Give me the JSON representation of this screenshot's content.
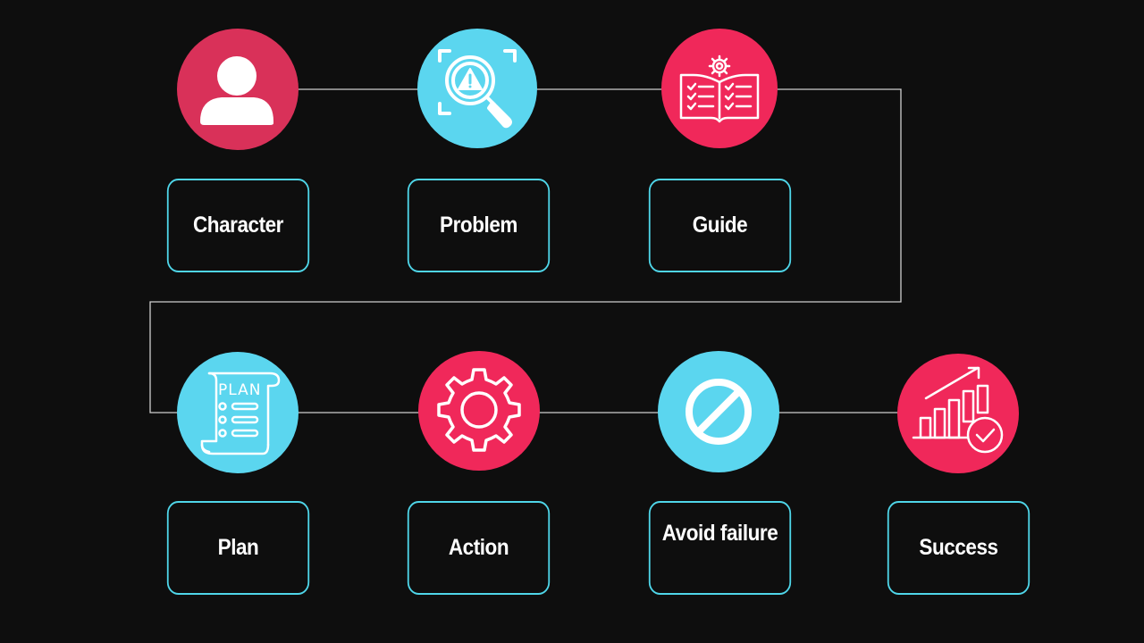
{
  "colors": {
    "background": "#0e0e0e",
    "accent_red": "#f0285a",
    "accent_crimson": "#d93159",
    "accent_cyan": "#5bd6ef",
    "border_cyan": "#4fd6e9",
    "connector": "#cfcfcf"
  },
  "steps": [
    {
      "label": "Character",
      "icon": "user-icon",
      "color": "#d93159"
    },
    {
      "label": "Problem",
      "icon": "magnifier-warning-icon",
      "color": "#5bd6ef"
    },
    {
      "label": "Guide",
      "icon": "book-gear-icon",
      "color": "#f0285a"
    },
    {
      "label": "Plan",
      "icon": "plan-scroll-icon",
      "color": "#5bd6ef"
    },
    {
      "label": "Action",
      "icon": "gear-icon",
      "color": "#f0285a"
    },
    {
      "label": "Avoid failure",
      "icon": "prohibited-icon",
      "color": "#5bd6ef"
    },
    {
      "label": "Success",
      "icon": "growth-chart-check-icon",
      "color": "#f0285a"
    }
  ],
  "plan_icon_text": "PLAN"
}
